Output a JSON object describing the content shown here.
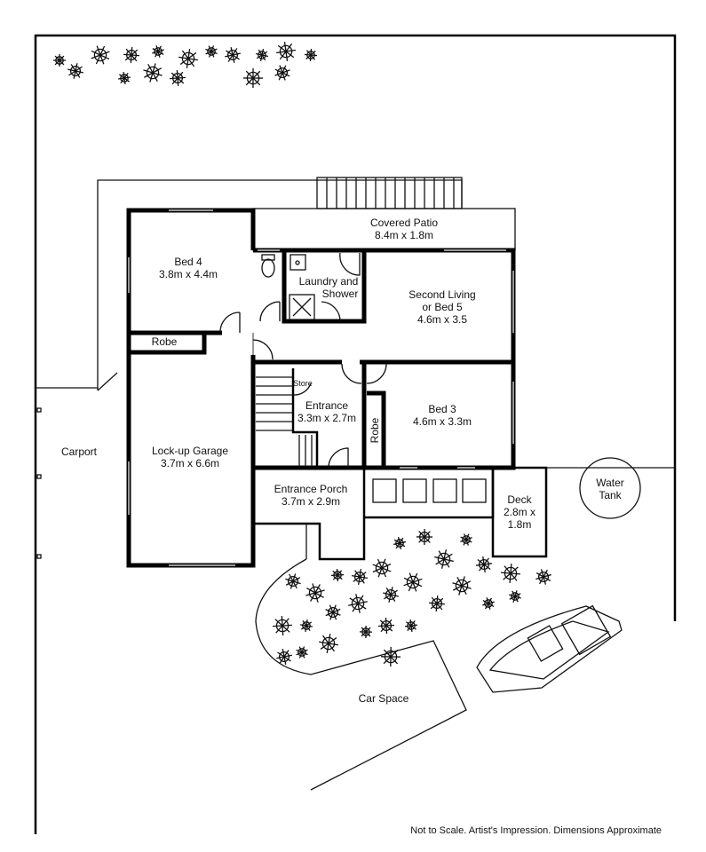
{
  "rooms": {
    "covered_patio": {
      "name": "Covered Patio",
      "size": "8.4m x 1.8m"
    },
    "bed4": {
      "name": "Bed 4",
      "size": "3.8m x 4.4m"
    },
    "laundry": {
      "name": "Laundry and",
      "name2": "Shower"
    },
    "second_living": {
      "name": "Second Living",
      "name2": "or Bed 5",
      "size": "4.6m x 3.5"
    },
    "robe_left": {
      "name": "Robe"
    },
    "store": {
      "name": "Store"
    },
    "entrance": {
      "name": "Entrance",
      "size": "3.3m x 2.7m"
    },
    "bed3": {
      "name": "Bed 3",
      "size": "4.6m x 3.3m"
    },
    "robe_bed3": {
      "name": "Robe"
    },
    "garage": {
      "name": "Lock-up Garage",
      "size": "3.7m x 6.6m"
    },
    "carport": {
      "name": "Carport"
    },
    "entrance_porch": {
      "name": "Entrance Porch",
      "size": "3.7m x 2.9m"
    },
    "deck": {
      "name": "Deck",
      "size": "2.8m x",
      "size2": "1.8m"
    },
    "water_tank": {
      "name": "Water",
      "name2": "Tank"
    },
    "car_space": {
      "name": "Car Space"
    }
  },
  "footer": "Not to Scale. Artist's Impression. Dimensions Approximate"
}
